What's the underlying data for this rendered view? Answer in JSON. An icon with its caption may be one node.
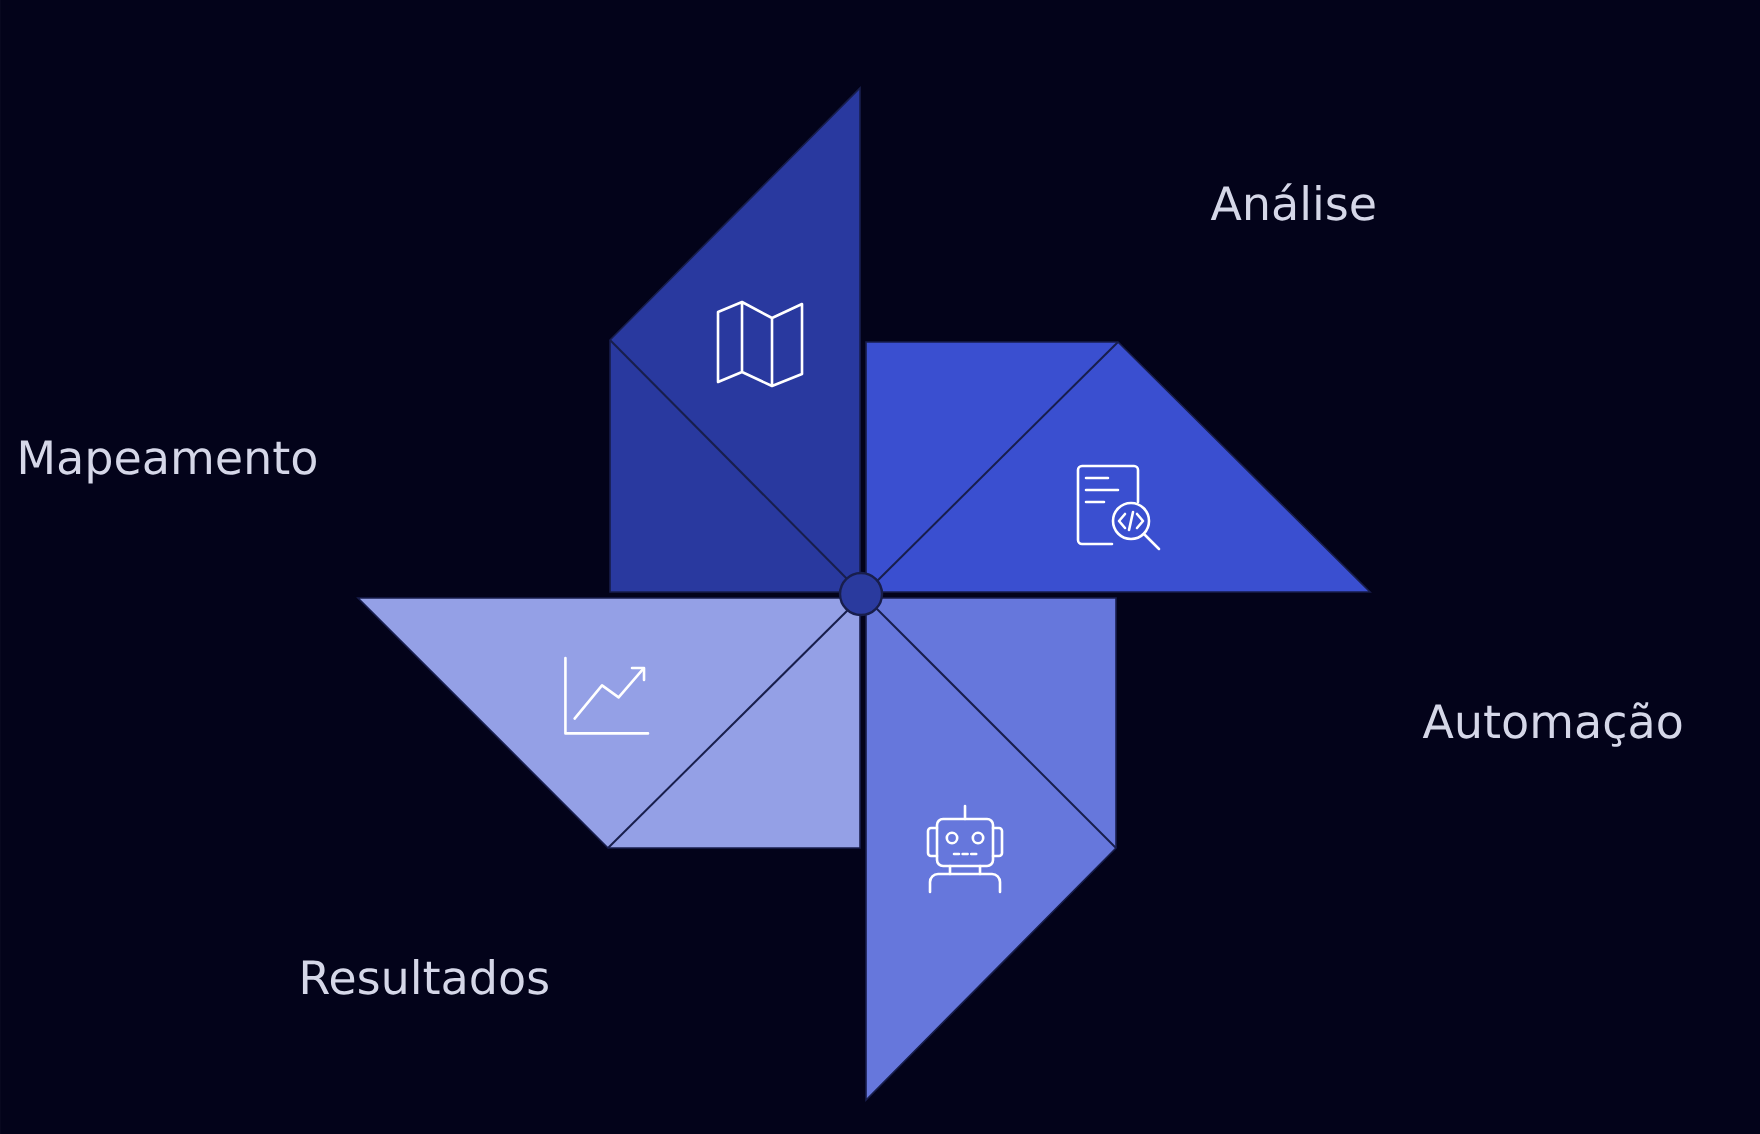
{
  "diagram": {
    "labels": [
      "Análise",
      "Mapeamento",
      "Automação",
      "Resultados"
    ]
  }
}
